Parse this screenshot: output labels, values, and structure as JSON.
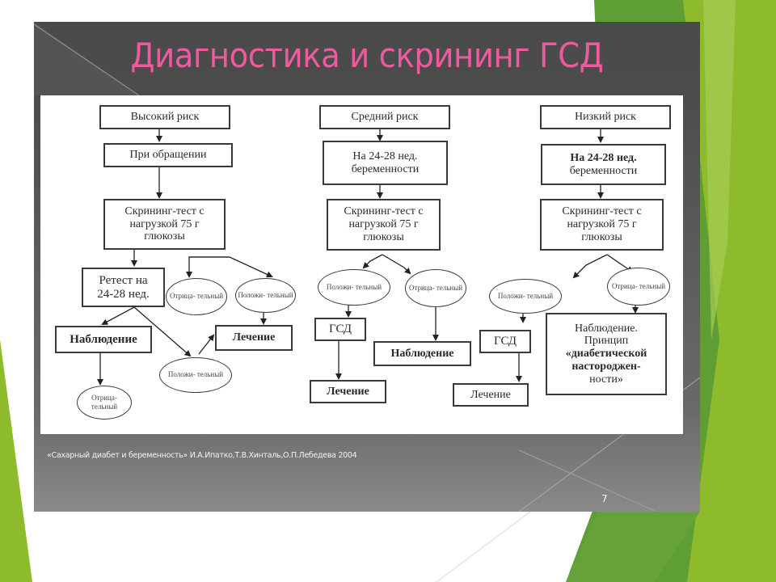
{
  "slide": {
    "title": "Диагностика и скрининг ГСД",
    "citation": "«Сахарный диабет и беременность» И.А.Ипатко,Т.В.Хинталь,О.П.Лебедева 2004",
    "page_number": "7",
    "colors": {
      "title": "#ee5aa0",
      "slide_bg": "#4c4c4c",
      "green_dark": "#5f9e35",
      "green_light": "#8dbb2c"
    }
  },
  "diagram": {
    "high_risk": {
      "header": "Высокий риск",
      "when": "При обращении",
      "test": [
        "Скрининг-тест с",
        "нагрузкой 75 г",
        "глюкозы"
      ],
      "retest": [
        "Ретест на",
        "24-28 нед."
      ],
      "negative_1": [
        "Отрица-",
        "тельный"
      ],
      "positive_1": [
        "Положи-",
        "тельный"
      ],
      "treatment": "Лечение",
      "observation": "Наблюдение",
      "positive_2": [
        "Положи-",
        "тельный"
      ],
      "negative_2": [
        "Отрица-",
        "тельный"
      ]
    },
    "medium_risk": {
      "header": "Средний риск",
      "when": [
        "На 24-28 нед.",
        "беременности"
      ],
      "test": [
        "Скрининг-тест с",
        "нагрузкой 75 г",
        "глюкозы"
      ],
      "positive": [
        "Положи-",
        "тельный"
      ],
      "negative": [
        "Отрица-",
        "тельный"
      ],
      "gdm": "ГСД",
      "observation": "Наблюдение",
      "treatment": "Лечение"
    },
    "low_risk": {
      "header": "Низкий риск",
      "when": [
        "На 24-28 нед.",
        "беременности"
      ],
      "test": [
        "Скрининг-тест с",
        "нагрузкой 75 г",
        "глюкозы"
      ],
      "positive": [
        "Положи-",
        "тельный"
      ],
      "negative": [
        "Отрица-",
        "тельный"
      ],
      "gdm": "ГСД",
      "treatment": "Лечение",
      "observation": [
        "Наблюдение.",
        "Принцип",
        "«диабетической",
        "настороджен-",
        "ности»"
      ]
    }
  }
}
